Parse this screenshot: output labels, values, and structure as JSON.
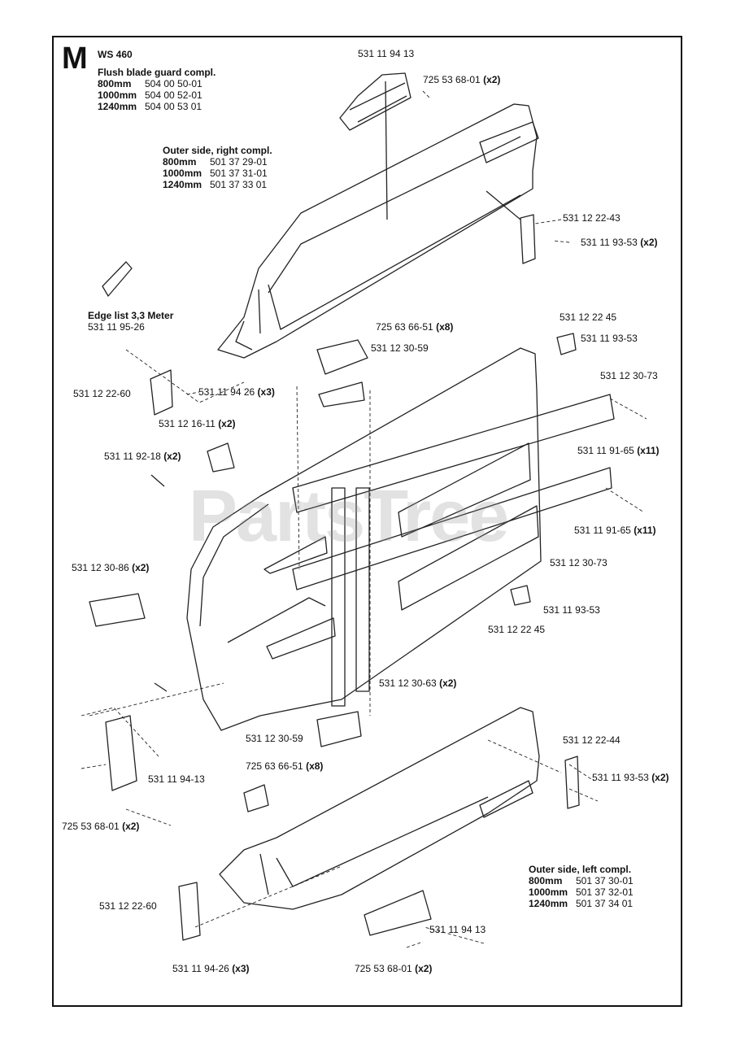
{
  "section": {
    "letter": "M",
    "model": "WS 460"
  },
  "watermark": "PartsTree",
  "blocks": {
    "flush_guard": {
      "heading": "Flush blade guard compl.",
      "rows": [
        {
          "size": "800mm",
          "part": "504 00 50-01"
        },
        {
          "size": "1000mm",
          "part": "504 00 52-01"
        },
        {
          "size": "1240mm",
          "part": "504 00 53 01"
        }
      ]
    },
    "outer_right": {
      "heading": "Outer side, right compl.",
      "rows": [
        {
          "size": "800mm",
          "part": "501 37 29-01"
        },
        {
          "size": "1000mm",
          "part": "501 37 31-01"
        },
        {
          "size": "1240mm",
          "part": "501 37 33 01"
        }
      ]
    },
    "edge_list": {
      "heading": "Edge list 3,3 Meter",
      "part": "531 11 95-26"
    },
    "outer_left": {
      "heading": "Outer side, left compl.",
      "rows": [
        {
          "size": "800mm",
          "part": "501 37 30-01"
        },
        {
          "size": "1000mm",
          "part": "501 37 32-01"
        },
        {
          "size": "1240mm",
          "part": "501 37 34 01"
        }
      ]
    }
  },
  "callouts": [
    {
      "id": "c01",
      "part": "531 11 94 13",
      "qty": ""
    },
    {
      "id": "c02",
      "part": "725 53 68-01",
      "qty": "(x2)"
    },
    {
      "id": "c03",
      "part": "531 12 22-43",
      "qty": ""
    },
    {
      "id": "c04",
      "part": "531 11 93-53",
      "qty": "(x2)"
    },
    {
      "id": "c05",
      "part": "725 63 66-51",
      "qty": "(x8)"
    },
    {
      "id": "c06",
      "part": "531 12 30-59",
      "qty": ""
    },
    {
      "id": "c07",
      "part": "531 12 22 45",
      "qty": ""
    },
    {
      "id": "c08",
      "part": "531 11 93-53",
      "qty": ""
    },
    {
      "id": "c09",
      "part": "531 12 30-73",
      "qty": ""
    },
    {
      "id": "c10",
      "part": "531 12 22-60",
      "qty": ""
    },
    {
      "id": "c11",
      "part": "531 11 94 26",
      "qty": "(x3)"
    },
    {
      "id": "c12",
      "part": "531 12 16-11",
      "qty": "(x2)"
    },
    {
      "id": "c13",
      "part": "531 11 91-65",
      "qty": "(x11)"
    },
    {
      "id": "c14",
      "part": "531 11 92-18",
      "qty": "(x2)"
    },
    {
      "id": "c15",
      "part": "531 11 91-65",
      "qty": "(x11)"
    },
    {
      "id": "c16",
      "part": "531 12 30-73",
      "qty": ""
    },
    {
      "id": "c17",
      "part": "531 12 30-86",
      "qty": "(x2)"
    },
    {
      "id": "c18",
      "part": "531 11 93-53",
      "qty": ""
    },
    {
      "id": "c19",
      "part": "531 12 22 45",
      "qty": ""
    },
    {
      "id": "c20",
      "part": "531 12 30-63",
      "qty": "(x2)"
    },
    {
      "id": "c21",
      "part": "531 12 30-59",
      "qty": ""
    },
    {
      "id": "c22",
      "part": "725 63 66-51",
      "qty": "(x8)"
    },
    {
      "id": "c23",
      "part": "531 11 94-13",
      "qty": ""
    },
    {
      "id": "c24",
      "part": "725 53 68-01",
      "qty": "(x2)"
    },
    {
      "id": "c25",
      "part": "531 12 22-44",
      "qty": ""
    },
    {
      "id": "c26",
      "part": "531 11 93-53",
      "qty": "(x2)"
    },
    {
      "id": "c27",
      "part": "531 12 22-60",
      "qty": ""
    },
    {
      "id": "c28",
      "part": "531 11 94 13",
      "qty": ""
    },
    {
      "id": "c29",
      "part": "531 11 94-26",
      "qty": "(x3)"
    },
    {
      "id": "c30",
      "part": "725 53 68-01",
      "qty": "(x2)"
    }
  ]
}
